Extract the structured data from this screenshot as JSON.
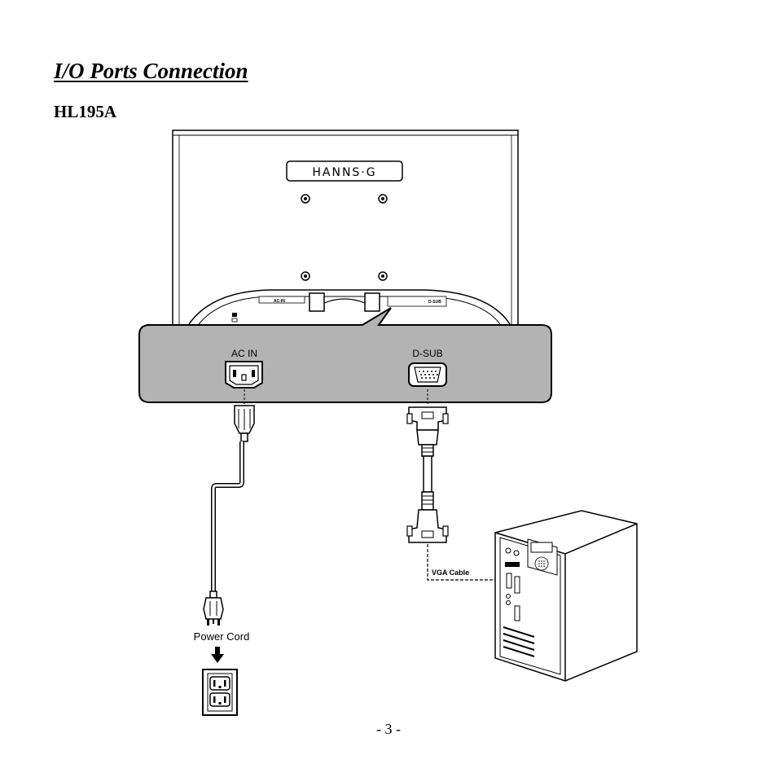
{
  "page": {
    "title": "I/O Ports Connection",
    "model": "HL195A",
    "page_number": "- 3 -"
  },
  "diagram": {
    "brand_logo": "HANNS·G",
    "port_ac_in": "AC IN",
    "port_d_sub": "D-SUB",
    "small_ac_label": "AC-IN",
    "small_dsub_label": "D-SUB",
    "power_cord_label": "Power Cord",
    "vga_cable_label": "VGA Cable"
  }
}
